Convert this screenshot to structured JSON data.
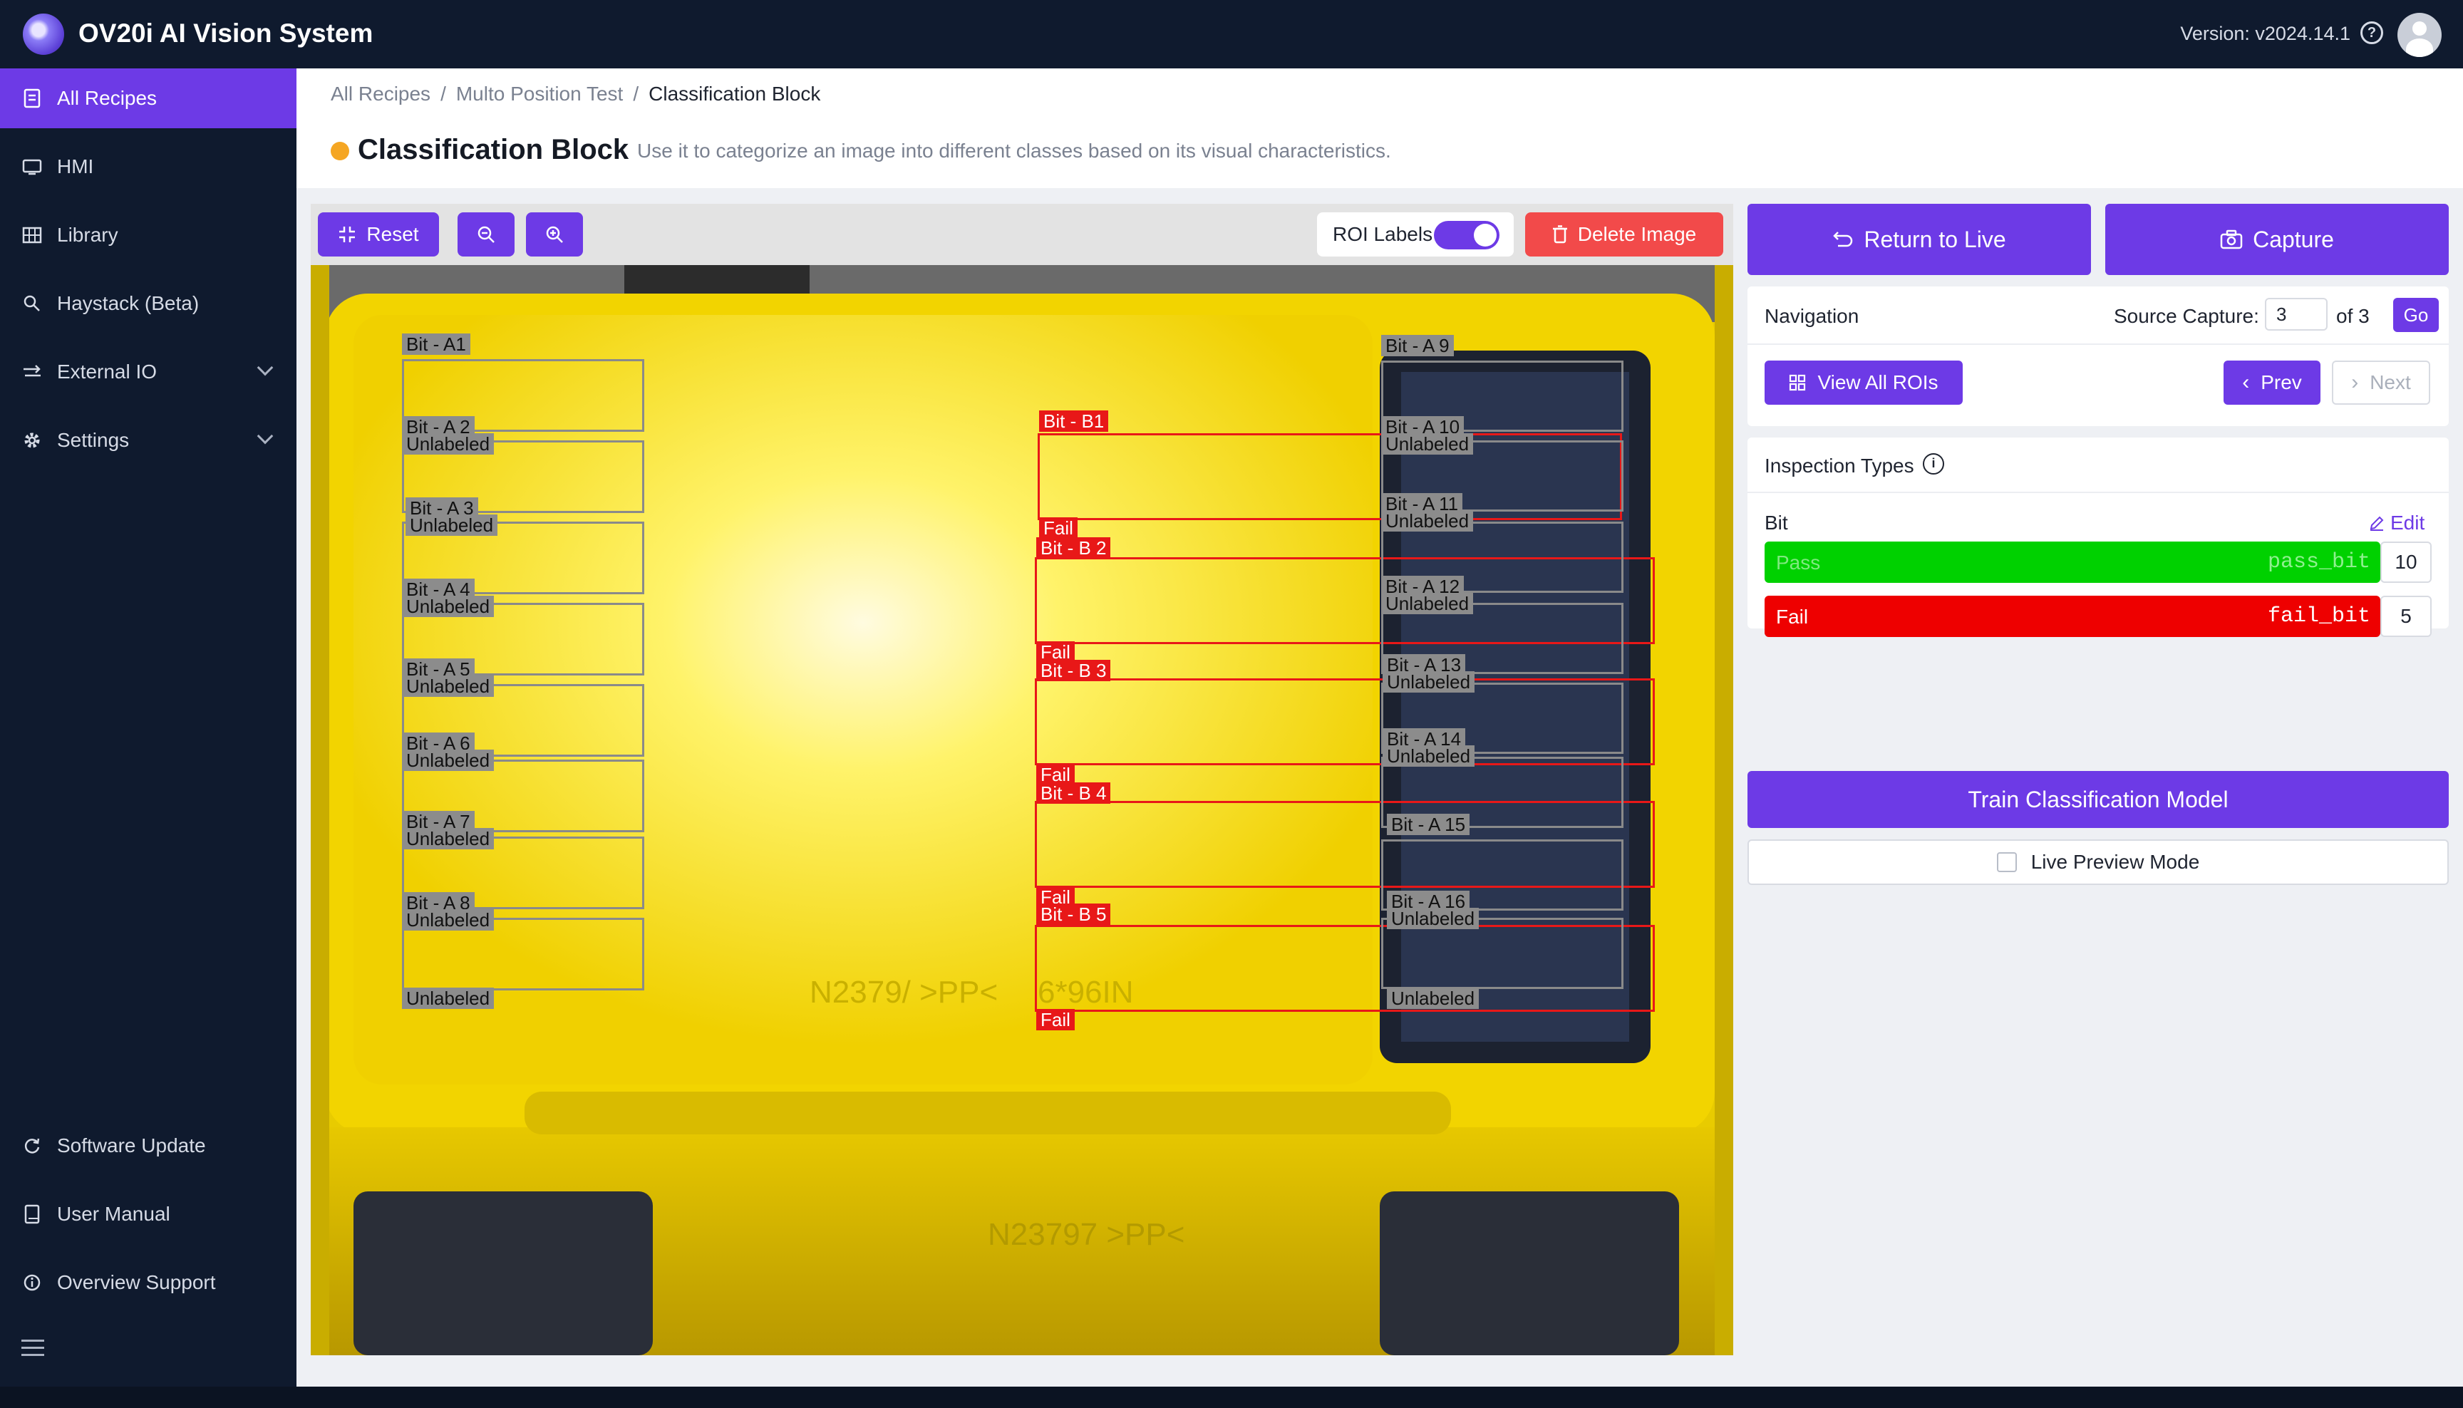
{
  "app": {
    "title": "OV20i AI Vision System",
    "version": "Version: v2024.14.1"
  },
  "sidebar": {
    "items": [
      {
        "label": "All Recipes",
        "icon": "document-icon"
      },
      {
        "label": "HMI",
        "icon": "monitor-icon"
      },
      {
        "label": "Library",
        "icon": "grid-icon"
      },
      {
        "label": "Haystack (Beta)",
        "icon": "search-icon"
      },
      {
        "label": "External IO",
        "icon": "io-icon"
      },
      {
        "label": "Settings",
        "icon": "gear-icon"
      }
    ],
    "bottom_items": [
      {
        "label": "Software Update",
        "icon": "refresh-icon"
      },
      {
        "label": "User Manual",
        "icon": "book-icon"
      },
      {
        "label": "Overview Support",
        "icon": "info-icon"
      }
    ]
  },
  "breadcrumb": {
    "items": [
      "All Recipes",
      "Multo Position Test",
      "Classification Block"
    ],
    "separator": "/"
  },
  "page": {
    "title": "Classification Block",
    "description": "Use it to categorize an image into different classes based on its visual characteristics.",
    "status_color": "#f5a623"
  },
  "toolbar": {
    "reset": "Reset",
    "zoom_out_icon": "zoom-out-icon",
    "zoom_in_icon": "zoom-in-icon",
    "roi_labels": "ROI Labels",
    "roi_labels_on": true,
    "delete_image": "Delete Image"
  },
  "rois": {
    "left_column": [
      {
        "name": "Bit - A1",
        "class": ""
      },
      {
        "name": "Bit - A 2",
        "class": "Unlabeled"
      },
      {
        "name": "Bit - A 3",
        "class": "Unlabeled"
      },
      {
        "name": "Bit - A 4",
        "class": "Unlabeled"
      },
      {
        "name": "Bit - A 5",
        "class": "Unlabeled"
      },
      {
        "name": "Bit - A 6",
        "class": "Unlabeled"
      },
      {
        "name": "Bit - A 7",
        "class": "Unlabeled"
      },
      {
        "name": "Bit - A 8",
        "class": "Unlabeled"
      },
      {
        "name": "",
        "class": "Unlabeled"
      }
    ],
    "middle_column": [
      {
        "name": "Bit - B1",
        "class": "Fail"
      },
      {
        "name": "Bit - B 2",
        "class": "Fail"
      },
      {
        "name": "Bit - B 3",
        "class": "Fail"
      },
      {
        "name": "Bit - B 4",
        "class": "Fail"
      },
      {
        "name": "Bit - B 5",
        "class": "Fail"
      }
    ],
    "right_column": [
      {
        "name": "Bit - A 9",
        "class": ""
      },
      {
        "name": "Bit - A 10",
        "class": "Unlabeled"
      },
      {
        "name": "Bit - A 11",
        "class": "Unlabeled"
      },
      {
        "name": "Bit - A 12",
        "class": "Unlabeled"
      },
      {
        "name": "Bit - A 13",
        "class": "Unlabeled"
      },
      {
        "name": "Bit - A 14",
        "class": "Unlabeled"
      },
      {
        "name": "Bit - A 15",
        "class": ""
      },
      {
        "name": "Bit - A 16",
        "class": "Unlabeled"
      },
      {
        "name": "",
        "class": "Unlabeled"
      }
    ]
  },
  "image_text": {
    "mold_line_1": "N23797 >PP<",
    "mold_line_2": "N2379/ >PP<",
    "mold_line_3": "6*96IN"
  },
  "right_panel": {
    "return_to_live": "Return to Live",
    "capture": "Capture",
    "navigation": {
      "title": "Navigation",
      "source_capture_label": "Source Capture:",
      "source_capture_value": "3",
      "of_total": "of 3",
      "go": "Go",
      "view_all_rois": "View All ROIs",
      "prev": "Prev",
      "next": "Next"
    },
    "inspection_types": {
      "title": "Inspection Types",
      "group": "Bit",
      "edit": "Edit",
      "classes": [
        {
          "label": "Pass",
          "tag": "pass_bit",
          "count": "10",
          "color": "#00d100"
        },
        {
          "label": "Fail",
          "tag": "fail_bit",
          "count": "5",
          "color": "#ee0000"
        }
      ]
    },
    "train_button": "Train Classification Model",
    "live_preview": "Live Preview Mode",
    "live_preview_checked": false
  }
}
